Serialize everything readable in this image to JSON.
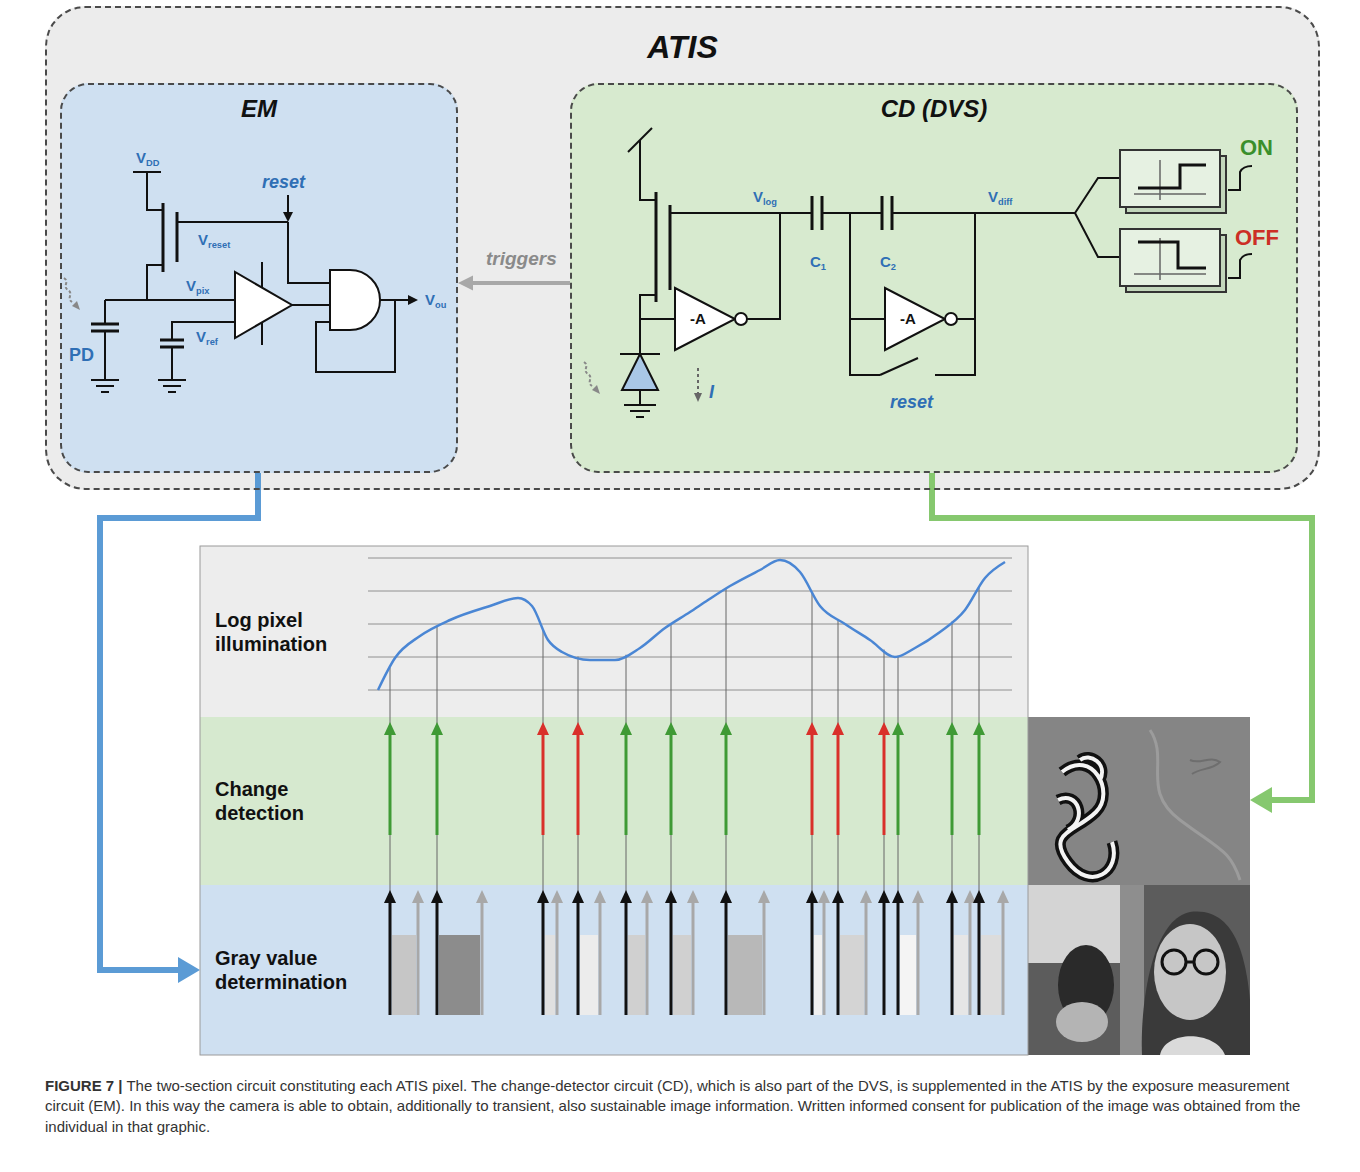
{
  "diagram": {
    "caption": "FIGURE 7 | The two-section circuit constituting each ATIS pixel. The change-detector circuit (CD), which is also part of the DVS, is supplemented in the ATIS by the exposure measurement circuit (EM). In this way the camera is able to obtain, additionally to transient, also sustainable image information. Written informed consent for publication of the image was obtained from the individual in that graphic.",
    "nodes": [
      {
        "text": [
          "ATIS"
        ]
      },
      {
        "text": [
          "EM"
        ],
        "in": 0
      },
      {
        "text": [
          "CD (DVS)"
        ],
        "in": 0
      },
      {
        "text": [
          "Log pixel illumination"
        ]
      },
      {
        "text": [
          "Change detection"
        ]
      },
      {
        "text": [
          "Gray value determination"
        ]
      }
    ],
    "edges": [
      {
        "from": 2,
        "to": 1,
        "label": "triggers",
        "arrow": "to"
      },
      {
        "from": 1,
        "to": 5,
        "arrow": "to"
      },
      {
        "from": 2,
        "to": 4,
        "arrow": "to"
      }
    ],
    "labels": [
      "VDD",
      "reset",
      "Vreset",
      "Vpix",
      "Vref",
      "Vou",
      "PD",
      "-A",
      "-A",
      "Vlog",
      "C1",
      "C2",
      "Vdiff",
      "reset",
      "I",
      "ON",
      "OFF"
    ]
  }
}
